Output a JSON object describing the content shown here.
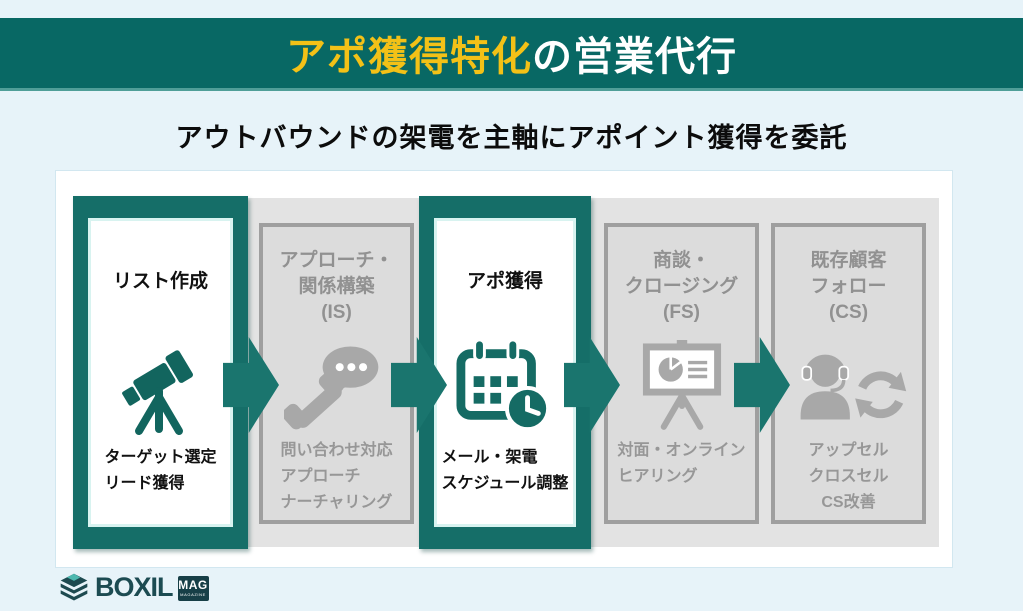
{
  "header": {
    "title_highlight": "アポ獲得特化",
    "title_rest": "の営業代行"
  },
  "subtitle": "アウトバウンドの架電を主軸にアポイント獲得を委託",
  "flow": {
    "steps": [
      {
        "title_lines": [
          "リスト作成"
        ],
        "detail_lines": [
          "ターゲット選定",
          "リード獲得"
        ],
        "state": "active",
        "icon": "telescope-icon"
      },
      {
        "title_lines": [
          "アプローチ・",
          "関係構築",
          "(IS)"
        ],
        "detail_lines": [
          "問い合わせ対応",
          "アプローチ",
          "ナーチャリング"
        ],
        "state": "inactive",
        "icon": "phone-chat-icon"
      },
      {
        "title_lines": [
          "アポ獲得"
        ],
        "detail_lines": [
          "メール・架電",
          "スケジュール調整"
        ],
        "state": "active",
        "icon": "calendar-clock-icon"
      },
      {
        "title_lines": [
          "商談・",
          "クロージング",
          "(FS)"
        ],
        "detail_lines": [
          "対面・オンライン",
          "ヒアリング"
        ],
        "state": "inactive",
        "icon": "presentation-icon"
      },
      {
        "title_lines": [
          "既存顧客",
          "フォロー",
          "(CS)"
        ],
        "detail_lines": [
          "アップセル",
          "クロスセル",
          "CS改善"
        ],
        "state": "inactive",
        "icon": "customer-support-icon"
      }
    ]
  },
  "logo": {
    "brand": "BOXIL",
    "badge": "MAG",
    "badge_sub": "MAGAZINE"
  },
  "colors": {
    "banner_bg": "#086864",
    "title_highlight_text": "#f3c117",
    "title_rest_text": "#ffffff",
    "active_frame": "#156e68",
    "arrow": "#1a756e",
    "inactive_fill": "#dcdcdc",
    "inactive_border": "#9f9f9f",
    "inactive_text": "#979797",
    "page_background": "#e7f3f9"
  }
}
